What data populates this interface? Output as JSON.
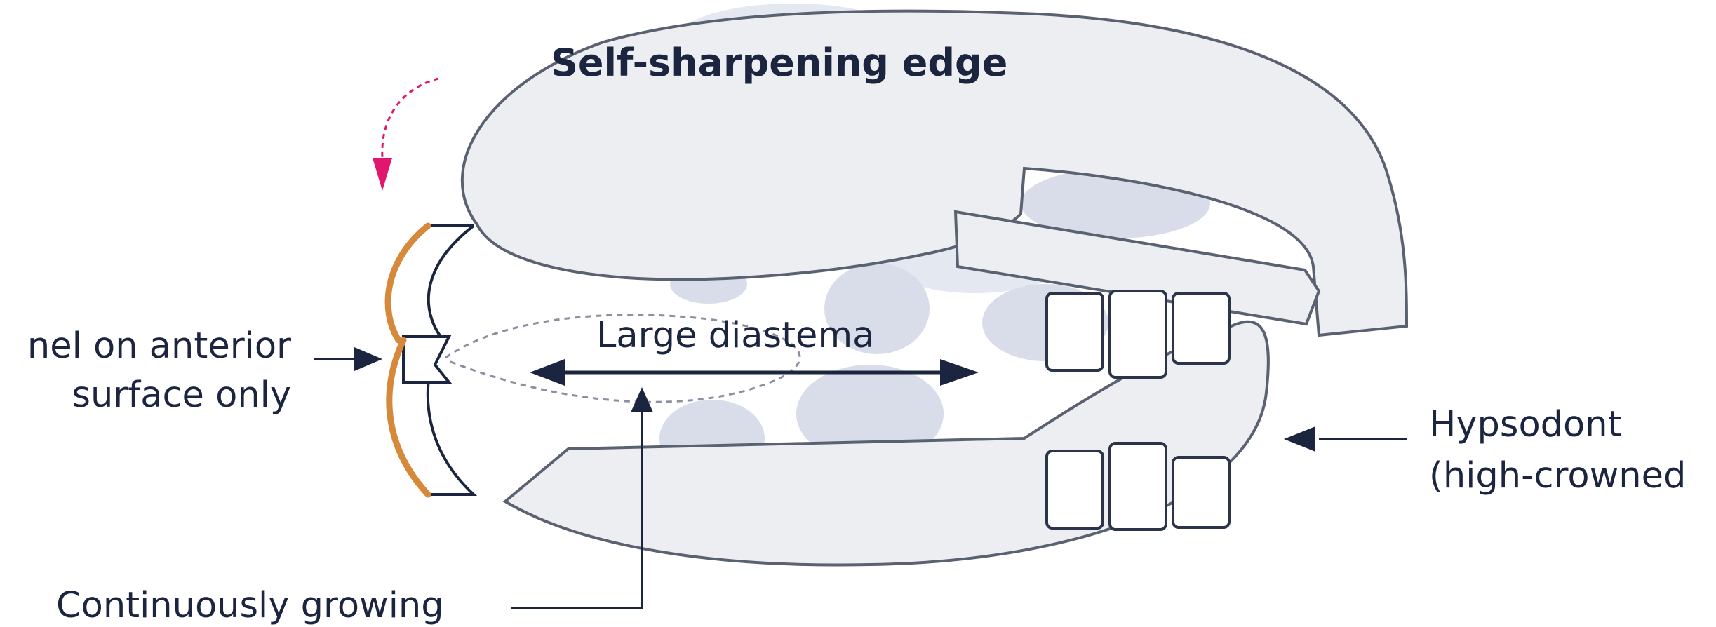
{
  "labels": {
    "title": "Self-sharpening edge",
    "enamel_line1": "nel on anterior",
    "enamel_line2": "surface only",
    "diastema": "Large diastema",
    "hypsodont_line1": "Hypsodont",
    "hypsodont_line2": "(high-crowned",
    "growing": "Continuously growing"
  },
  "colors": {
    "outline": "#5a6272",
    "fill": "#eceef2",
    "blob": "#d8dde9",
    "text": "#1b2540",
    "enamel": "#d6893a",
    "rotation_arrow": "#e0166f",
    "dashed": "#8a90a0"
  }
}
